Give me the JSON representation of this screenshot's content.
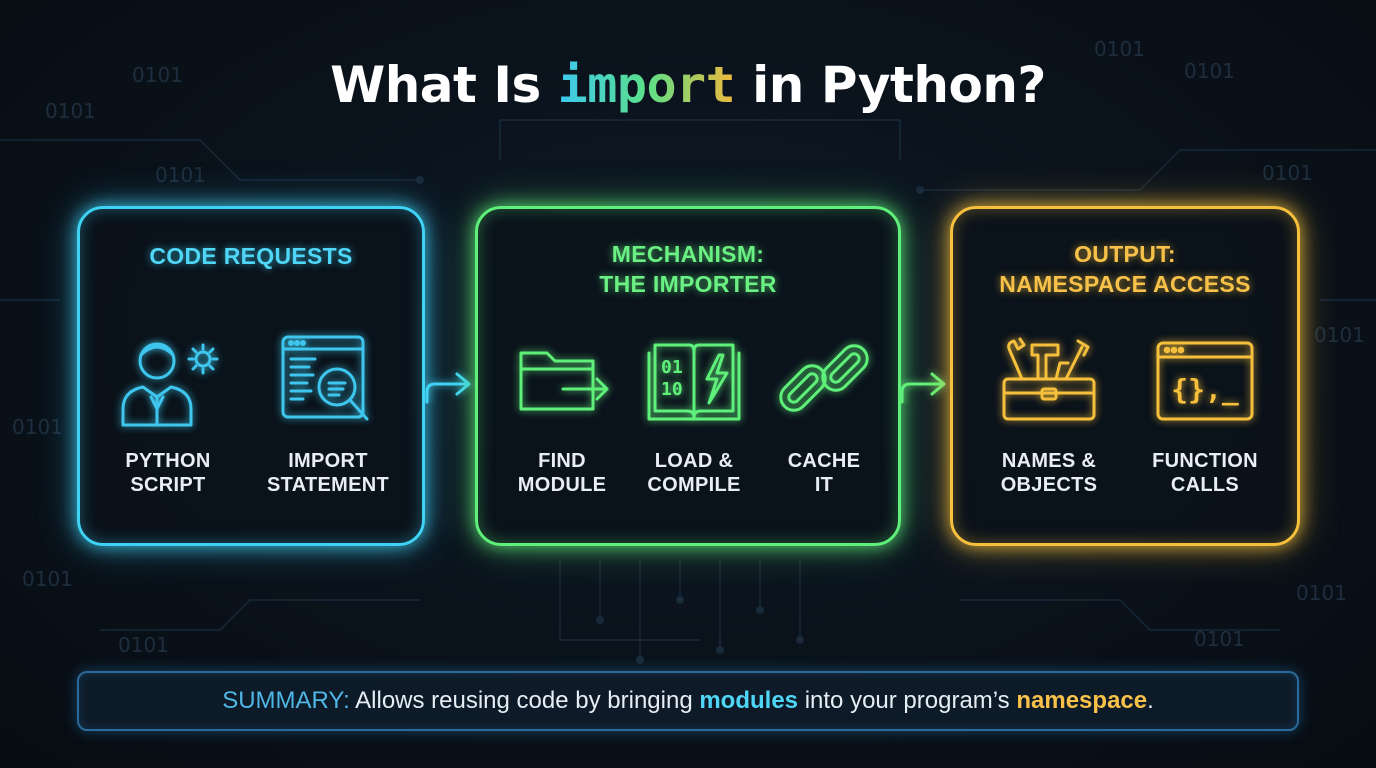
{
  "title": {
    "prefix": "What Is ",
    "code": "import",
    "suffix": " in Python?"
  },
  "panels": [
    {
      "color": "#3fd2f5",
      "title_lines": [
        "CODE REQUESTS"
      ],
      "items": [
        {
          "icon": "developer-gear-icon",
          "label_lines": [
            "PYTHON",
            "SCRIPT"
          ]
        },
        {
          "icon": "code-window-magnifier-icon",
          "label_lines": [
            "IMPORT",
            "STATEMENT"
          ]
        }
      ]
    },
    {
      "color": "#5ff07a",
      "title_lines": [
        "MECHANISM:",
        "THE IMPORTER"
      ],
      "items": [
        {
          "icon": "folder-arrow-icon",
          "label_lines": [
            "FIND",
            "MODULE"
          ]
        },
        {
          "icon": "binary-book-bolt-icon",
          "label_lines": [
            "LOAD &",
            "COMPILE"
          ]
        },
        {
          "icon": "chain-link-icon",
          "label_lines": [
            "CACHE",
            "IT"
          ]
        }
      ]
    },
    {
      "color": "#f6bf3c",
      "title_lines": [
        "OUTPUT:",
        "NAMESPACE ACCESS"
      ],
      "items": [
        {
          "icon": "toolbox-icon",
          "label_lines": [
            "NAMES &",
            "OBJECTS"
          ]
        },
        {
          "icon": "code-terminal-icon",
          "label_lines": [
            "FUNCTION",
            "CALLS"
          ]
        }
      ]
    }
  ],
  "icon_text": {
    "binary": [
      "01",
      "10"
    ],
    "braces": "{},_"
  },
  "summary": {
    "label": "SUMMARY:",
    "text_before": " Allows reusing code by bringing ",
    "highlight_1": "modules",
    "text_middle": " into your program’s ",
    "highlight_2": "namespace",
    "text_after": "."
  },
  "background_binary": [
    "0101",
    "0101",
    "0101",
    "0101",
    "0101",
    "0101",
    "0101",
    "0101",
    "0101",
    "0101",
    "0101",
    "0101"
  ]
}
